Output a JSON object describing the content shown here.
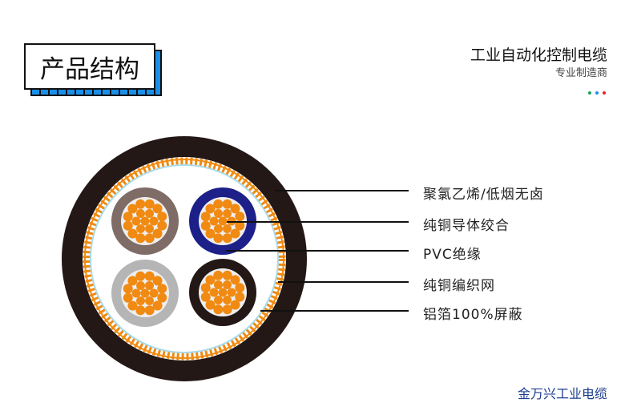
{
  "header": {
    "title": "产品结构",
    "brand": "工业自动化控制电缆",
    "subtitle": "专业制造商",
    "dot_colors": [
      "#1aa35a",
      "#1a8fe8",
      "#e8202a"
    ]
  },
  "labels": [
    "聚氯乙烯/低烟无卤",
    "纯铜导体绞合",
    "PVC绝缘",
    "纯铜编织网",
    "铝箔100%屏蔽"
  ],
  "footer": "金万兴工业电缆",
  "colors": {
    "sheath": "#231815",
    "copper": "#f08a12",
    "cores": [
      "#7f6c66",
      "#1d2088",
      "#b5b5b5",
      "#231815"
    ]
  }
}
